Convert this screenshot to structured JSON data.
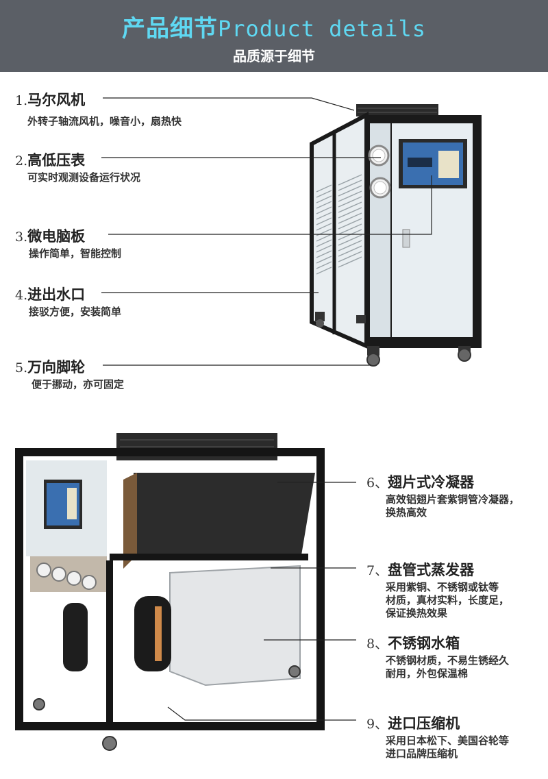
{
  "header": {
    "title_cn": "产品细节",
    "title_en": "Product details",
    "subtitle": "品质源于细节"
  },
  "features": [
    {
      "num": "1.",
      "title": "马尔风机",
      "desc": "外转子轴流风机，噪音小，扇热快"
    },
    {
      "num": "2.",
      "title": "高低压表",
      "desc": "可实时观测设备运行状况"
    },
    {
      "num": "3.",
      "title": "微电脑板",
      "desc": "操作简单，智能控制"
    },
    {
      "num": "4.",
      "title": "进出水口",
      "desc": "接驳方便，安装简单"
    },
    {
      "num": "5.",
      "title": "万向脚轮",
      "desc": "便于挪动，亦可固定"
    },
    {
      "num": "6、",
      "title": "翅片式冷凝器",
      "desc": [
        "高效铝翅片套紫铜管冷凝器，",
        "换热高效"
      ]
    },
    {
      "num": "7、",
      "title": "盘管式蒸发器",
      "desc": [
        "采用紫铜、不锈钢或钛等",
        "材质，真材实料，长度足，",
        "保证换热效果"
      ]
    },
    {
      "num": "8、",
      "title": "不锈钢水箱",
      "desc": [
        "不锈钢材质，不易生锈经久",
        "耐用，外包保温棉"
      ]
    },
    {
      "num": "9、",
      "title": "进口压缩机",
      "desc": [
        "采用日本松下、美国谷轮等",
        "进口品牌压缩机"
      ]
    }
  ],
  "colors": {
    "header_bg": "#5b5f66",
    "title_accent": "#5fd8f2",
    "frame": "#1a1a1a",
    "panel": "#e8eef2",
    "controller": "#3a6fb0"
  }
}
